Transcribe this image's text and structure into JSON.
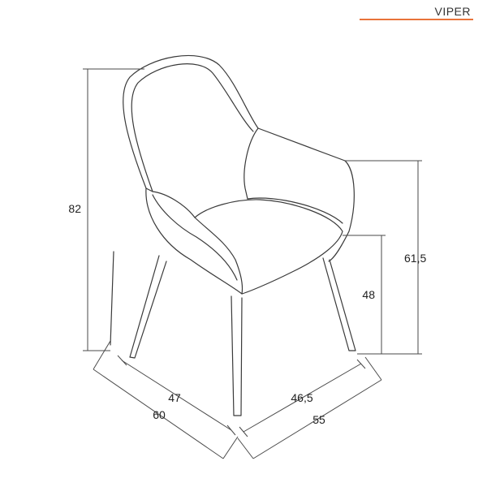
{
  "header": {
    "brand": "VIPER",
    "accent_color": "#e8733a"
  },
  "dimensions": {
    "height_total": "82",
    "arm_height": "61,5",
    "seat_height": "48",
    "seat_width": "47",
    "total_width": "60",
    "seat_depth": "46,5",
    "total_depth": "55"
  }
}
